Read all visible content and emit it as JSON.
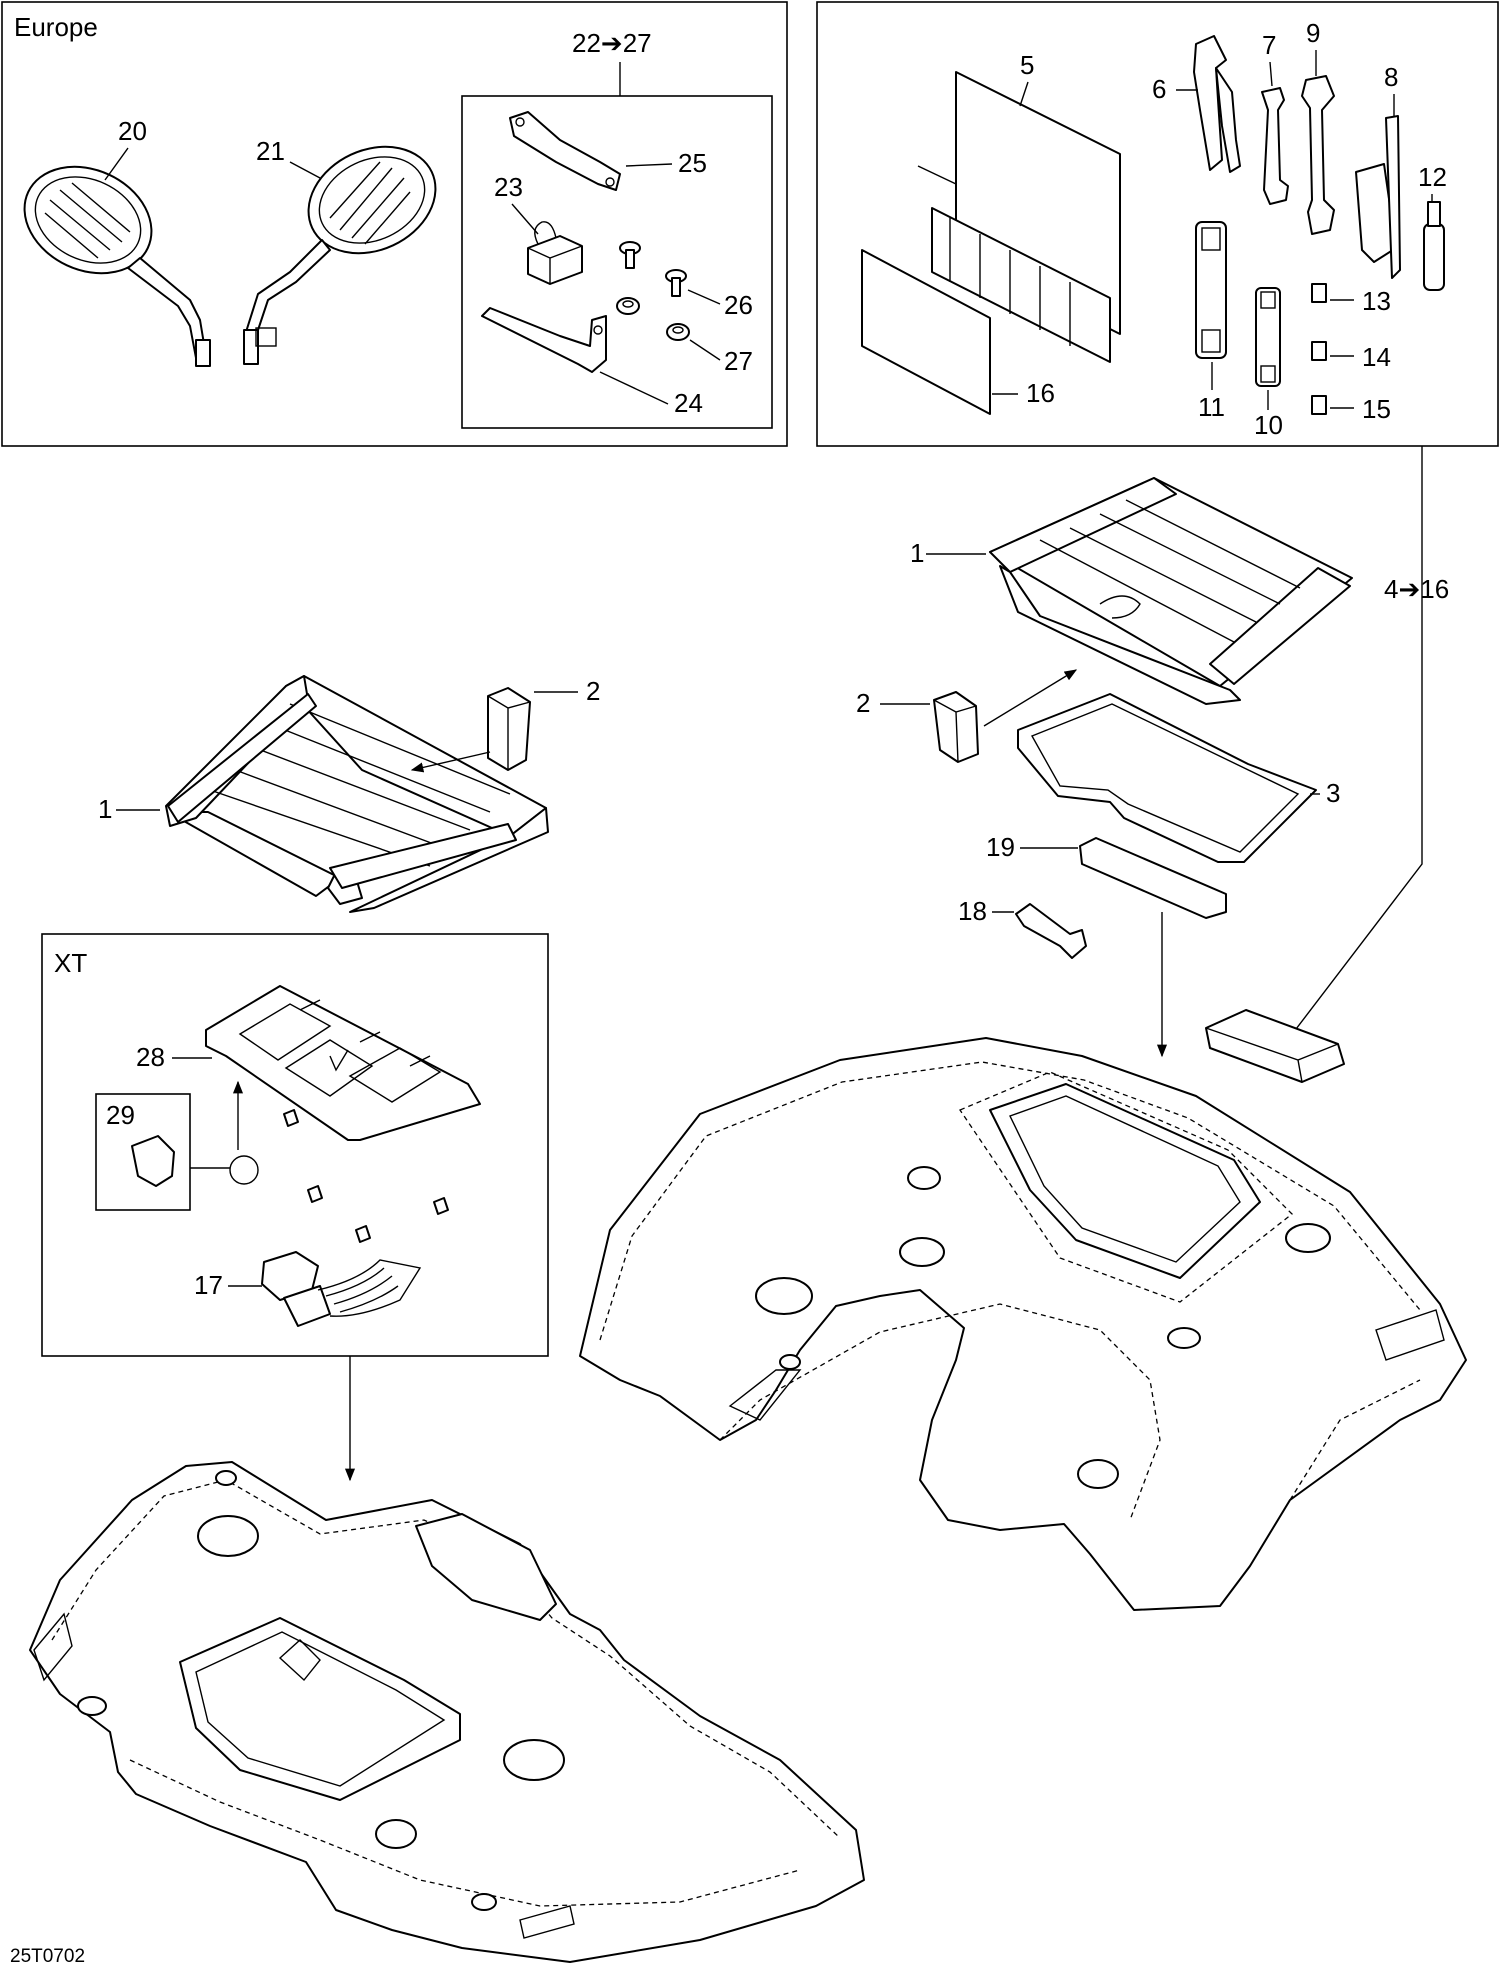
{
  "boxes": {
    "europe": {
      "title": "Europe",
      "kit_range": "22➔27"
    },
    "xt": {
      "title": "XT"
    },
    "toolkit": {
      "kit_range": "4➔16"
    }
  },
  "callouts": {
    "c1a": "1",
    "c1b": "1",
    "c2a": "2",
    "c2b": "2",
    "c3": "3",
    "c5": "5",
    "c6": "6",
    "c7": "7",
    "c8": "8",
    "c9": "9",
    "c10": "10",
    "c11": "11",
    "c12": "12",
    "c13": "13",
    "c14": "14",
    "c15": "15",
    "c16": "16",
    "c17": "17",
    "c18": "18",
    "c19": "19",
    "c20": "20",
    "c21": "21",
    "c23": "23",
    "c24": "24",
    "c25": "25",
    "c26": "26",
    "c27": "27",
    "c28": "28",
    "c29": "29"
  },
  "drawing_code": "25T0702"
}
